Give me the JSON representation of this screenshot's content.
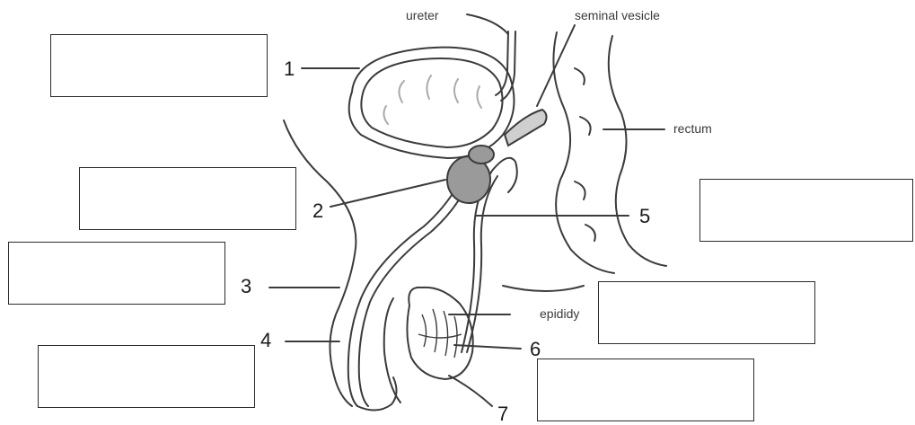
{
  "labels": {
    "ureter": "ureter",
    "seminal_vesicle": "seminal vesicle",
    "rectum": "rectum",
    "epididymis": "epididy"
  },
  "numbers": [
    "1",
    "2",
    "3",
    "4",
    "5",
    "6",
    "7"
  ],
  "answer_boxes": [
    "",
    "",
    "",
    "",
    "",
    "",
    ""
  ],
  "colors": {
    "line": "#3b3b3b",
    "gland_fill": "#9a9a9a",
    "box_border": "#2b2b2b"
  }
}
